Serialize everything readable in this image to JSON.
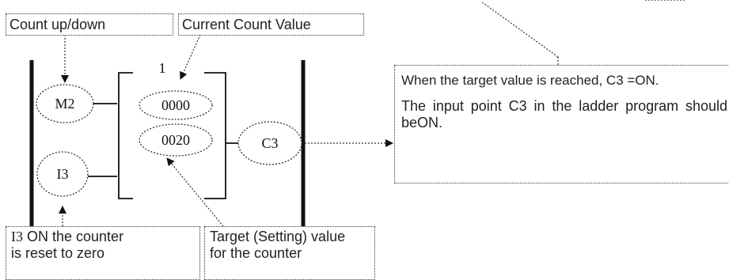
{
  "labels": {
    "count_up_down": "Count up/down",
    "current_count_value": "Current Count Value",
    "reset_line1_prefix": "I3",
    "reset_line1_rest": " ON the counter",
    "reset_line2": "is reset to zero",
    "target_line1": "Target (Setting) value",
    "target_line2": "for the counter"
  },
  "ladder": {
    "input_up_down": "M2",
    "input_reset": "I3",
    "counter_number": "1",
    "current_value": "0000",
    "setting_value": "0020",
    "output_coil": "C3"
  },
  "result_note": {
    "line1": "When the target value is reached, C3 =ON.",
    "line2": "The input point C3 in the ladder program should beON."
  }
}
